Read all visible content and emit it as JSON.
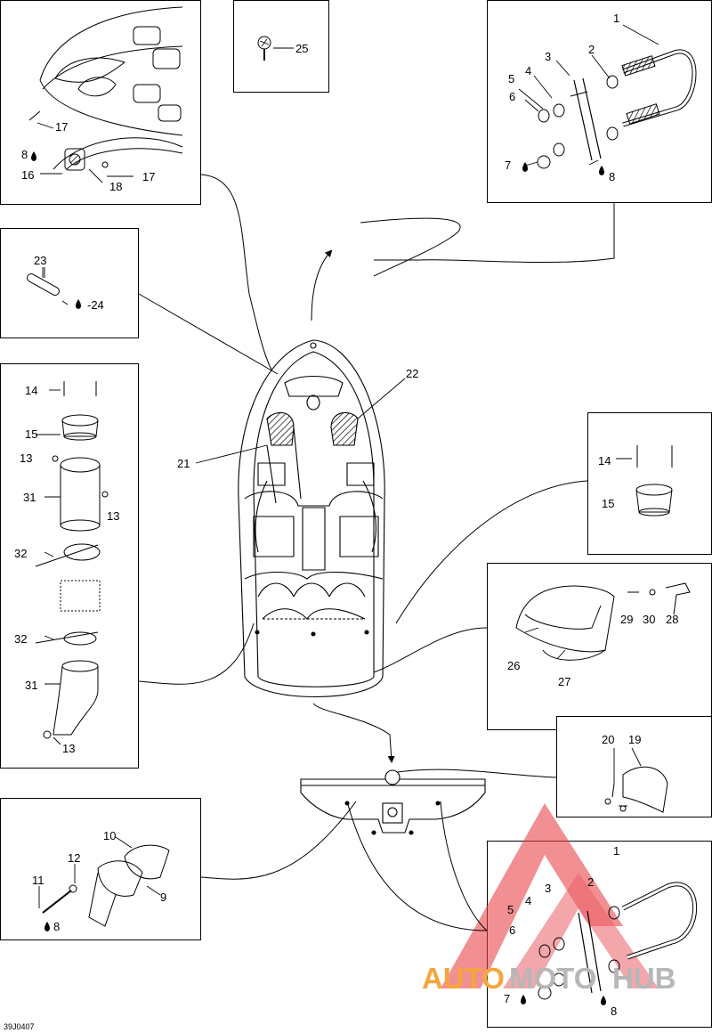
{
  "drawing_code": "39J0407",
  "watermark": {
    "text_left": "AUTO",
    "text_mid": "MOTO",
    "text_right": "HUB",
    "color_orange": "#f4a63c",
    "color_gray": "#b7b7b7",
    "color_red": "#e8444a"
  },
  "callouts": {
    "c1a": "1",
    "c2a": "2",
    "c3a": "3",
    "c4a": "4",
    "c5a": "5",
    "c6a": "6",
    "c7a": "7",
    "c8a": "8",
    "c8b": "8",
    "c16": "16",
    "c17a": "17",
    "c17b": "17",
    "c18": "18",
    "c25": "25",
    "c23": "23",
    "c24": "-24",
    "c14a": "14",
    "c15a": "15",
    "c13a": "13",
    "c31a": "31",
    "c13b": "13",
    "c32a": "32",
    "c32b": "32",
    "c31b": "31",
    "c13c": "13",
    "c21": "21",
    "c22": "22",
    "c14b": "14",
    "c15b": "15",
    "c29": "29",
    "c30": "30",
    "c28": "28",
    "c26": "26",
    "c27": "27",
    "c20": "20",
    "c19": "19",
    "c10": "10",
    "c12": "12",
    "c11": "11",
    "c9": "9",
    "c8c": "8",
    "c1b": "1",
    "c2b": "2",
    "c3b": "3",
    "c4b": "4",
    "c5b": "5",
    "c6b": "6",
    "c7b": "7",
    "c8d": "8"
  }
}
